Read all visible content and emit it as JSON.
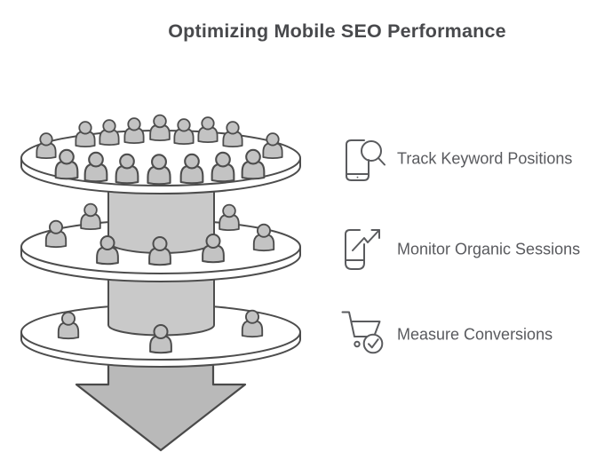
{
  "title": "Optimizing Mobile SEO Performance",
  "colors": {
    "outline": "#4d4d4d",
    "disc_fill": "#ffffff",
    "cylinder_fill": "#c9c9c9",
    "arrow_fill": "#b9b9b9",
    "person_fill": "#c3c3c3",
    "icon_stroke": "#5a5b5e",
    "label_text": "#595a5e",
    "title_text": "#48494c",
    "background": "#ffffff"
  },
  "funnel": {
    "type": "layered-audience-funnel",
    "levels": [
      {
        "tier": 1,
        "people_count": 16
      },
      {
        "tier": 2,
        "people_count": 7
      },
      {
        "tier": 3,
        "people_count": 3
      }
    ],
    "flow_direction": "down"
  },
  "metrics": [
    {
      "label": "Track Keyword Positions",
      "icon": "mobile-search-icon"
    },
    {
      "label": "Monitor Organic Sessions",
      "icon": "mobile-growth-icon"
    },
    {
      "label": "Measure Conversions",
      "icon": "cart-check-icon"
    }
  ]
}
